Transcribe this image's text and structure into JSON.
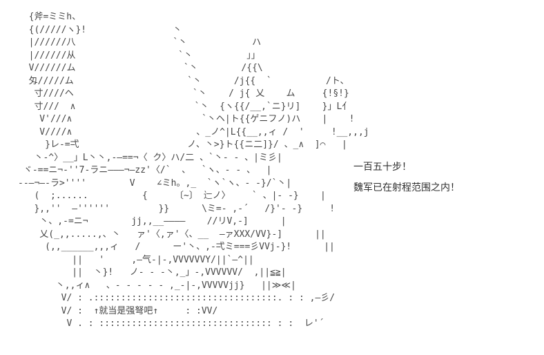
{
  "page": {
    "background_color": "#ffffff",
    "art_color": "#454545",
    "dialogue_color": "#2e2e2e"
  },
  "ascii_art": {
    "description": "text-art character aiming a crossbow",
    "lines": [
      "  {斧=ミミh、",
      "  {(/////ヽ}!                丶",
      "  |//////八                  `丶            ハ",
      "  |//////从                   `丶          」」",
      "  V//////ム                    `丶        /{{\\",
      "  匁/////ム                     `丶      /j{{  `          /ト、",
      "   寸////ヘ                      `丶    / j{ 乂    ム     {!§!}",
      "   寸///  ∧                      `丶  {ヽ{{/__,`ニ}リ]    }」L亻",
      "    V'///∧                        `丶ヘ|ト{{ゲニフノ)ハ    |    !",
      "    V////∧                       、_ノ^|L{{__,,ィ /  '     !__,,,j",
      "     }レ-=弌                    ノ、丶>}ト{{ニ二]}/ 、_∧  ]⌒   |",
      "   丶-^〉__」L丶丶,-—==¬〈 ク〉ハ/二 、`丶- - 、|ミ彡|",
      " ヾ-==ニ¬‐''7-ラニ———¬—zz'〈/`  、  `ヽ、- - 、  |",
      "-‐—¬—‐ラ>''''        V    ∠ミh。,_  `ヽ`ヽ、- -}/`丶|",
      "   (  ;......          {     〔~〕 辷ノ〉    ` 、|- -}    |",
      "   },,''  —''''''         }}      \\ミ=- ,-´   /}'- -}     !",
      "    丶、,-=ニ¬        jj,,__————    //リV,-]      |",
      "    乂(_,,.....,、丶   ァ'〈,ァ'〈、__  —ァXXX/VV}-]      ||",
      "     (,,______,,,ィ   /      ー'丶、,-弌ミ===彡VVj-}!      ||",
      "          ||   '     ,—气-|-,VVVVVVY/||`—^||",
      "          ||  丶}!   ノ- - -丶,_」-,VVVVVV/  ,||≦≧|",
      "       丶,,ィ∧   、- - - - - ,_-|-,VVVVVjj}   ||≫≪|",
      "        V/ : .::::::::::::::::::::::::::::::::::. : : ,—彡/",
      "        V/ :  ↑就当是强弩吧↑     : :VV/",
      "         V . : :::::::::::::::::::::::::::::::: : :  レ'´"
    ],
    "caption": "↑就当是强弩吧↑"
  },
  "dialogue": {
    "line1": "一百五十步！",
    "line2": "魏军已在射程范围之内！"
  }
}
